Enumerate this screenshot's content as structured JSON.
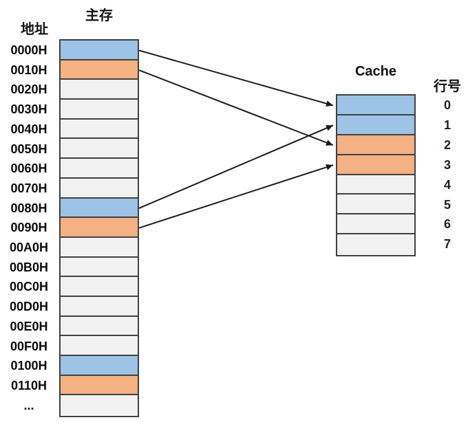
{
  "labels": {
    "address": "地址",
    "memory": "主存",
    "cache": "Cache",
    "line_no": "行号"
  },
  "colors": {
    "blue": "#9DC3E6",
    "orange": "#F4B183",
    "gray": "#F2F2F2",
    "border": "#404040",
    "arrow": "#1A1A1A"
  },
  "memory": {
    "rows": [
      {
        "addr": "0000H",
        "color": "blue"
      },
      {
        "addr": "0010H",
        "color": "orange"
      },
      {
        "addr": "0020H",
        "color": "gray"
      },
      {
        "addr": "0030H",
        "color": "gray"
      },
      {
        "addr": "0040H",
        "color": "gray"
      },
      {
        "addr": "0050H",
        "color": "gray"
      },
      {
        "addr": "0060H",
        "color": "gray"
      },
      {
        "addr": "0070H",
        "color": "gray"
      },
      {
        "addr": "0080H",
        "color": "blue"
      },
      {
        "addr": "0090H",
        "color": "orange"
      },
      {
        "addr": "00A0H",
        "color": "gray"
      },
      {
        "addr": "00B0H",
        "color": "gray"
      },
      {
        "addr": "00C0H",
        "color": "gray"
      },
      {
        "addr": "00D0H",
        "color": "gray"
      },
      {
        "addr": "00E0H",
        "color": "gray"
      },
      {
        "addr": "00F0H",
        "color": "gray"
      },
      {
        "addr": "0100H",
        "color": "blue"
      },
      {
        "addr": "0110H",
        "color": "orange"
      },
      {
        "addr": "...",
        "color": "gray"
      }
    ]
  },
  "cache": {
    "rows": [
      {
        "line": "0",
        "color": "blue"
      },
      {
        "line": "1",
        "color": "blue"
      },
      {
        "line": "2",
        "color": "orange"
      },
      {
        "line": "3",
        "color": "orange"
      },
      {
        "line": "4",
        "color": "gray"
      },
      {
        "line": "5",
        "color": "gray"
      },
      {
        "line": "6",
        "color": "gray"
      },
      {
        "line": "7",
        "color": "gray"
      }
    ]
  },
  "arrows": [
    {
      "from": "0000H",
      "to_line": 0
    },
    {
      "from": "0010H",
      "to_line": 2
    },
    {
      "from": "0080H",
      "to_line": 1
    },
    {
      "from": "0090H",
      "to_line": 3
    }
  ]
}
